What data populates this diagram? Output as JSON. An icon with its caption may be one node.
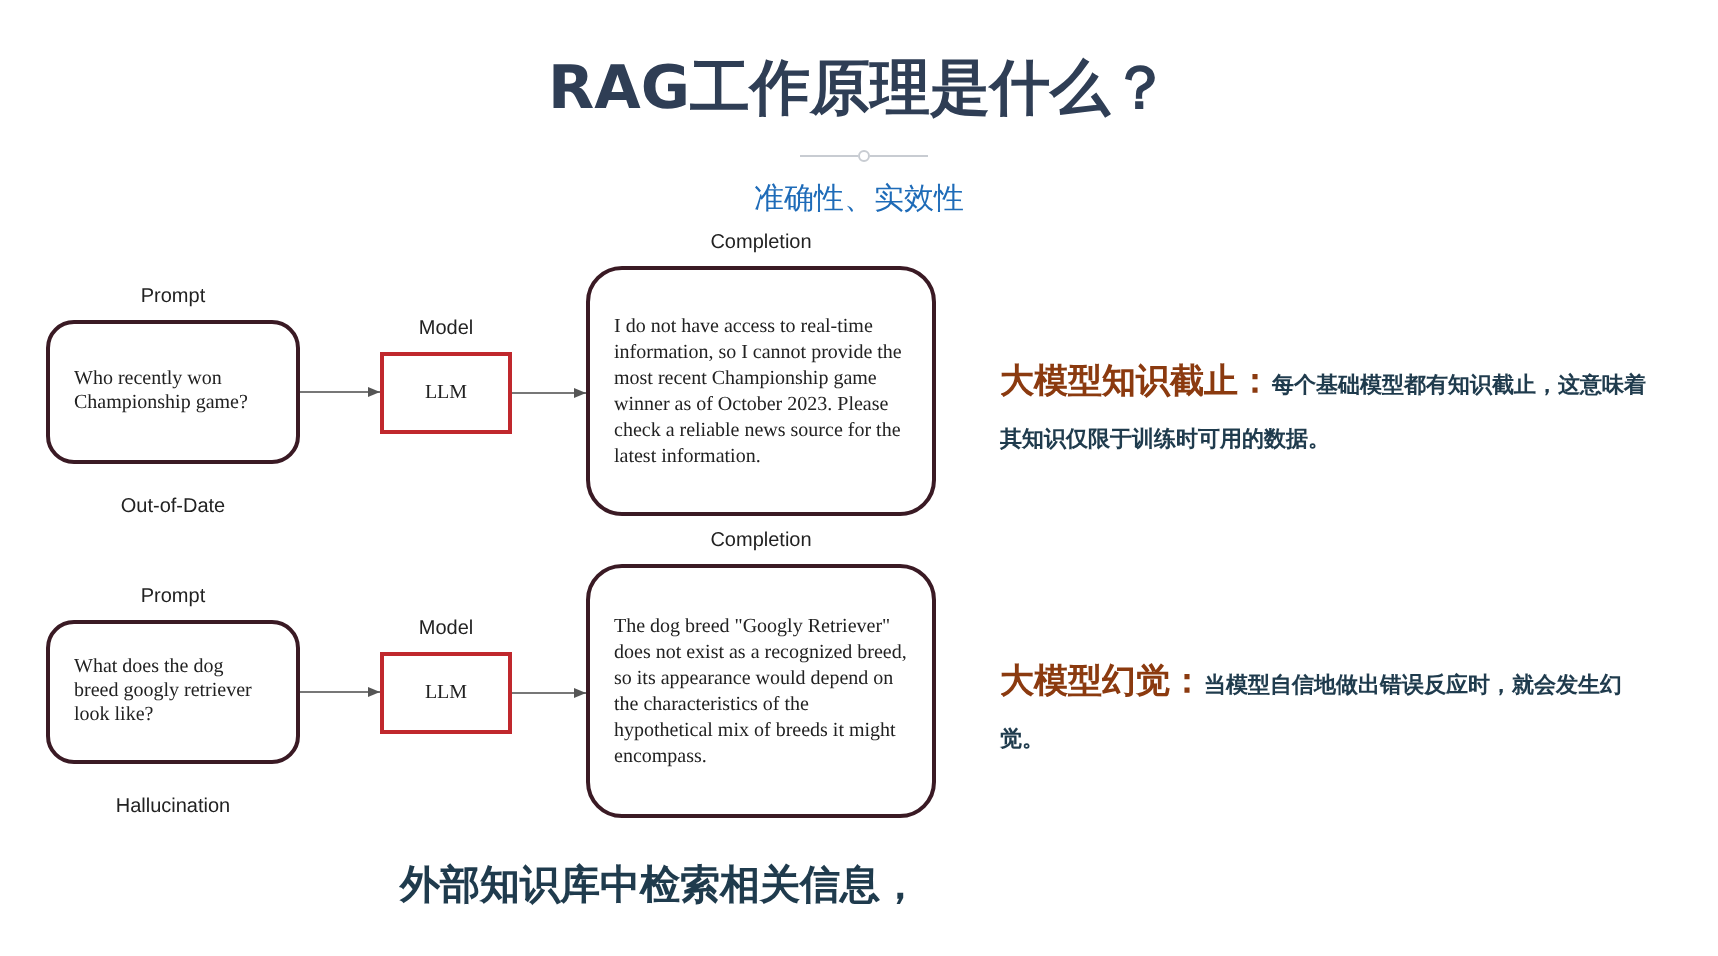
{
  "diagram": {
    "title": "RAG工作原理是什么？",
    "nodes": [
      {
        "text": [
          "Prompt",
          "Who recently won Championship game?"
        ],
        "beside": [
          "Out-of-Date"
        ]
      },
      {
        "text": [
          "Model",
          "LLM"
        ]
      },
      {
        "text": [
          "Completion",
          "I do not have access to real-time information, so I cannot provide the most recent Championship game winner as of October 2023. Please check a reliable news source for the latest information."
        ]
      },
      {
        "text": [
          "Prompt",
          "What does the dog breed googly retriever look like?"
        ],
        "beside": [
          "Hallucination"
        ]
      },
      {
        "text": [
          "Model",
          "LLM"
        ]
      },
      {
        "text": [
          "Completion",
          "The dog breed \"Googly Retriever\" does not exist as a recognized breed, so its appearance would depend on the characteristics of the hypothetical mix of breeds it might encompass."
        ]
      }
    ],
    "edges": [
      {
        "from": 0,
        "to": 1,
        "arrow": "to"
      },
      {
        "from": 1,
        "to": 2,
        "arrow": "to"
      },
      {
        "from": 3,
        "to": 4,
        "arrow": "to"
      },
      {
        "from": 4,
        "to": 5,
        "arrow": "to"
      }
    ],
    "labels": [
      "准确性、实效性",
      "大模型知识截止：",
      "每个基础模型都有知识截止，这意味着其知识仅限于训练时可用的数据。",
      "大模型幻觉：",
      "当模型自信地做出错误反应时，就会发生幻觉。",
      "外部知识库中检索相关信息，"
    ]
  }
}
